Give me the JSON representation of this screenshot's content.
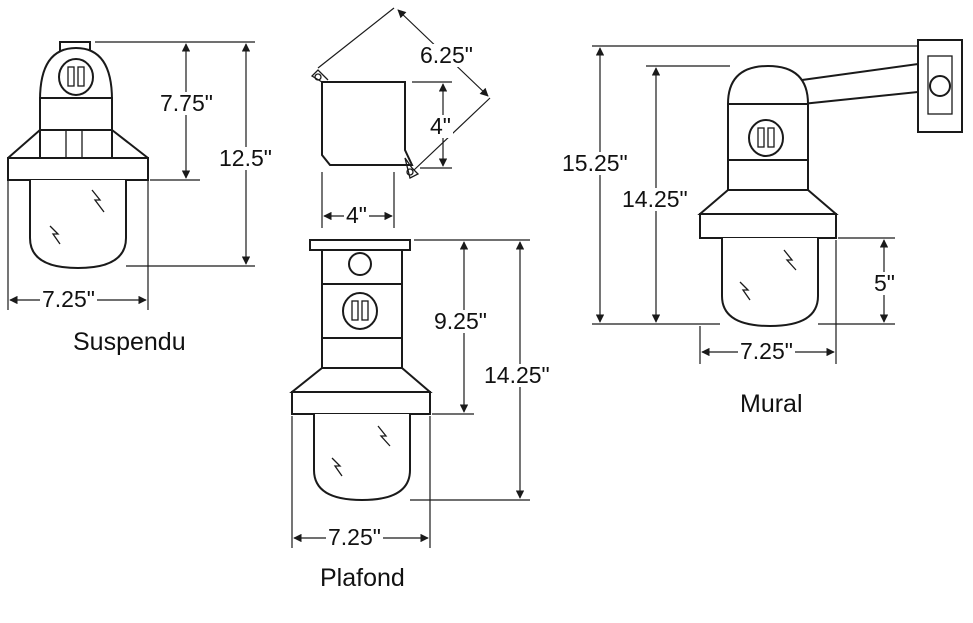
{
  "suspendu": {
    "caption": "Suspendu",
    "dim_height_body": "7.75\"",
    "dim_height_total": "12.5\"",
    "dim_width": "7.25\""
  },
  "box": {
    "dim_diagonal": "6.25\"",
    "dim_side": "4\"",
    "dim_width": "4\""
  },
  "plafond": {
    "caption": "Plafond",
    "dim_height_body": "9.25\"",
    "dim_height_total": "14.25\"",
    "dim_width": "7.25\""
  },
  "mural": {
    "caption": "Mural",
    "dim_height_total": "15.25\"",
    "dim_height_body": "14.25\"",
    "dim_globe": "5\"",
    "dim_width": "7.25\""
  }
}
